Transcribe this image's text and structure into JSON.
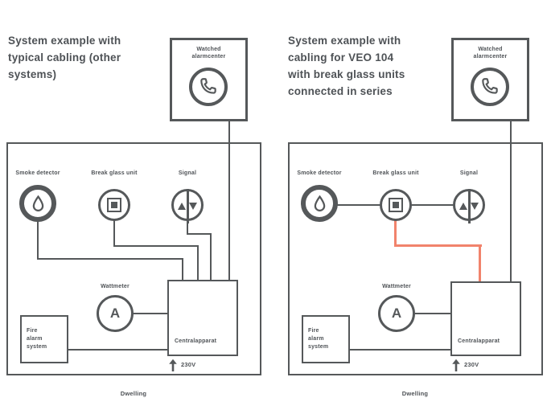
{
  "colors": {
    "line_gray": "#55585A",
    "text_gray": "#4E5256",
    "highlight_cable_red": "#F1836C",
    "background": "#FFFFFF"
  },
  "icons": {
    "alarm_center": "phone-icon",
    "smoke_detector": "droplet-icon",
    "break_glass": "button-square-icon",
    "signal": "sounder-triangles-icon",
    "meter": "ampere-symbol",
    "supply": "arrow-up-icon"
  },
  "left": {
    "title": "System example with\ntypical cabling (other\nsystems)",
    "alarm_center_label": "Watched\nalarmcenter",
    "devices": {
      "smoke_detector": "Smoke detector",
      "break_glass": "Break glass unit",
      "signal": "Signal"
    },
    "meter": {
      "label": "Wattmeter",
      "symbol": "A"
    },
    "aux_box_label": "Fire\nalarm\nsystem",
    "panel_label": "Centralapparat",
    "supply_label": "230V",
    "caption": "Dwelling"
  },
  "right": {
    "title": "System example with\ncabling for VEO 104\nwith break glass units\nconnected in series",
    "alarm_center_label": "Watched\nalarmcenter",
    "devices": {
      "smoke_detector": "Smoke detector",
      "break_glass": "Break glass unit",
      "signal": "Signal"
    },
    "meter": {
      "label": "Wattmeter",
      "symbol": "A"
    },
    "aux_box_label": "Fire\nalarm\nsystem",
    "panel_label": "Centralapparat",
    "supply_label": "230V",
    "caption": "Dwelling"
  }
}
